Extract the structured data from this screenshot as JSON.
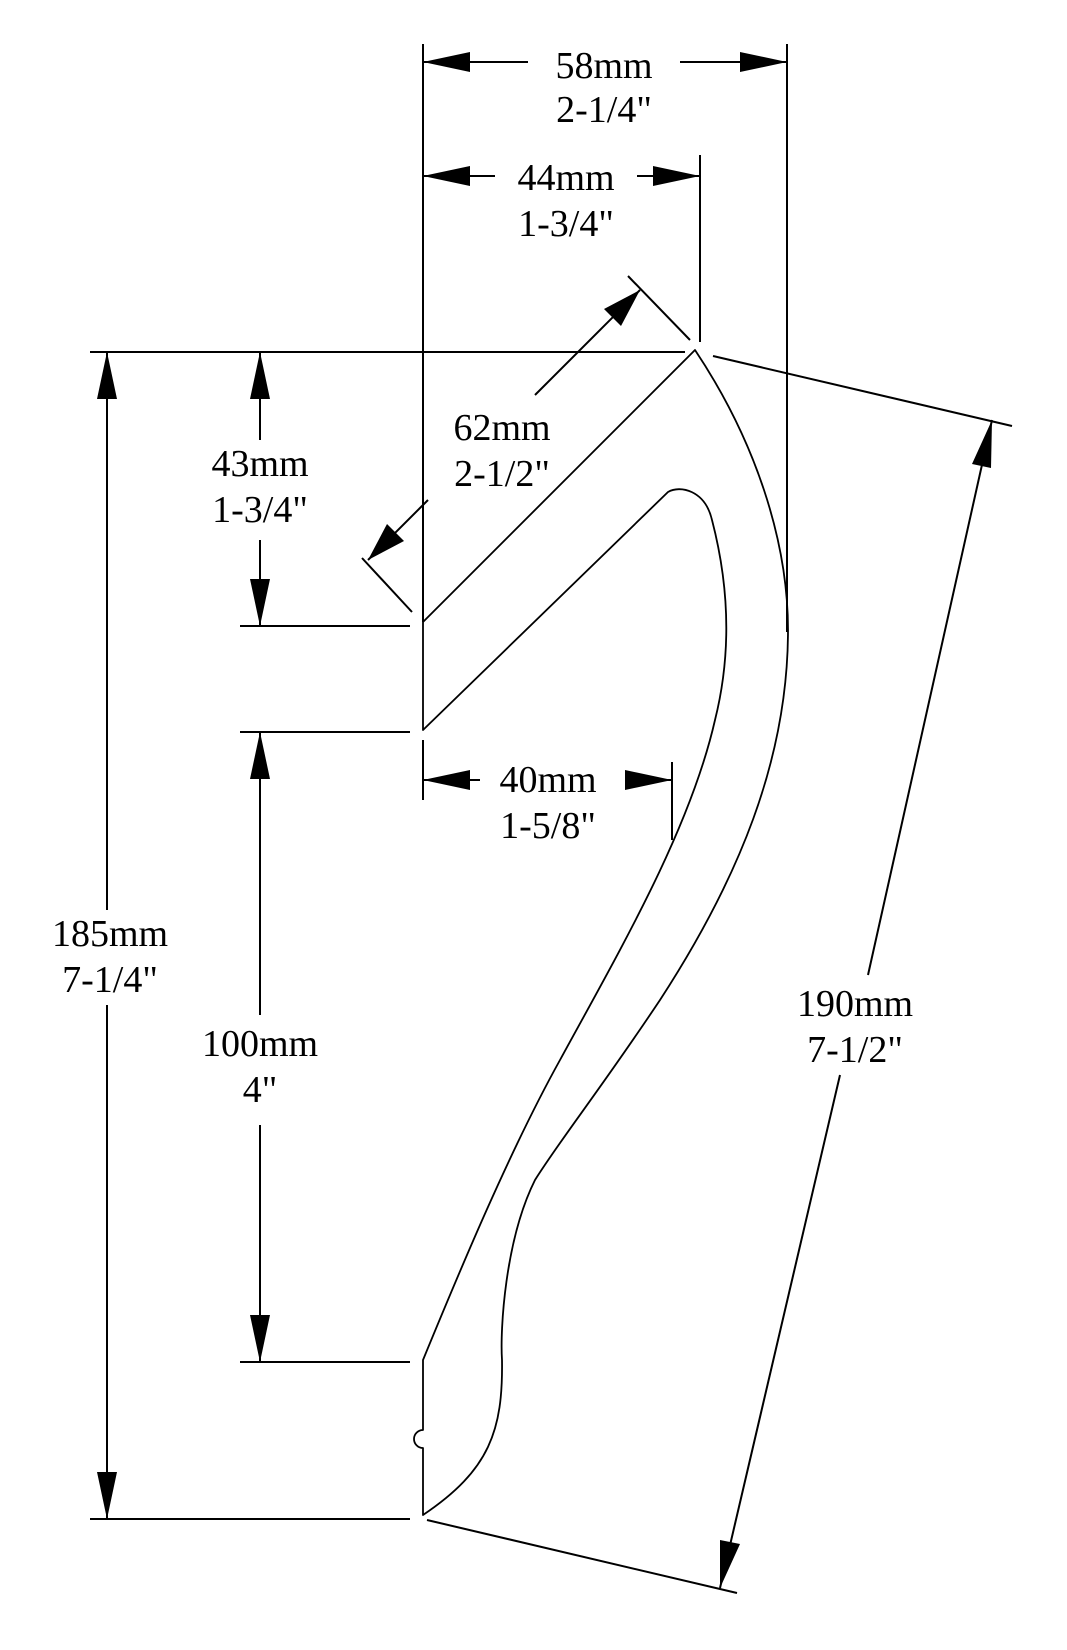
{
  "dimensions": {
    "overall_width": {
      "metric": "58mm",
      "imperial": "2-1/4\""
    },
    "top_width": {
      "metric": "44mm",
      "imperial": "1-3/4\""
    },
    "diagonal_face": {
      "metric": "62mm",
      "imperial": "2-1/2\""
    },
    "top_drop": {
      "metric": "43mm",
      "imperial": "1-3/4\""
    },
    "inner_width": {
      "metric": "40mm",
      "imperial": "1-5/8\""
    },
    "overall_height": {
      "metric": "185mm",
      "imperial": "7-1/4\""
    },
    "back_height": {
      "metric": "100mm",
      "imperial": "4\""
    },
    "slant_length": {
      "metric": "190mm",
      "imperial": "7-1/2\""
    }
  }
}
